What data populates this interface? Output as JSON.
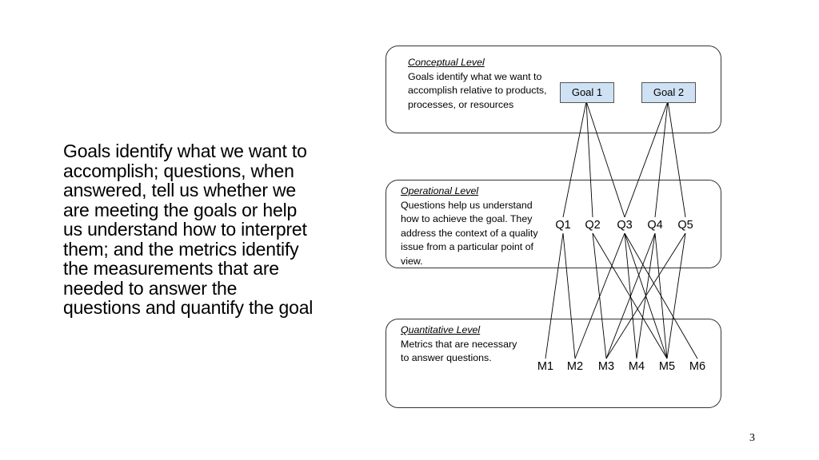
{
  "left_text": {
    "segments": [
      {
        "text": "Goals",
        "keyword": true
      },
      {
        "text": " identify what we want to accomplish; ",
        "keyword": false
      },
      {
        "text": "questions",
        "keyword": true
      },
      {
        "text": ", when answered, tell us whether we are meeting the goals or help us understand how to interpret them; and the ",
        "keyword": false
      },
      {
        "text": "metrics",
        "keyword": true
      },
      {
        "text": " identify the measurements that are needed to answer the questions and quantify the goal",
        "keyword": false
      }
    ]
  },
  "levels": {
    "conceptual": {
      "title": "Conceptual Level",
      "desc": "Goals identify what we want to accomplish relative to products, processes, or resources"
    },
    "operational": {
      "title": "Operational Level",
      "desc": "Questions help us understand how to achieve the goal. They address the context of a quality issue from a particular point of view."
    },
    "quantitative": {
      "title": "Quantitative Level",
      "desc": "Metrics that are necessary to answer questions."
    }
  },
  "goals": [
    "Goal 1",
    "Goal 2"
  ],
  "questions": [
    "Q1",
    "Q2",
    "Q3",
    "Q4",
    "Q5"
  ],
  "metrics": [
    "M1",
    "M2",
    "M3",
    "M4",
    "M5",
    "M6"
  ],
  "goal_question_links": [
    [
      "Goal 1",
      "Q1"
    ],
    [
      "Goal 1",
      "Q2"
    ],
    [
      "Goal 1",
      "Q3"
    ],
    [
      "Goal 2",
      "Q3"
    ],
    [
      "Goal 2",
      "Q4"
    ],
    [
      "Goal 2",
      "Q5"
    ]
  ],
  "question_metric_links": [
    [
      "Q1",
      "M1"
    ],
    [
      "Q1",
      "M2"
    ],
    [
      "Q2",
      "M3"
    ],
    [
      "Q2",
      "M5"
    ],
    [
      "Q3",
      "M2"
    ],
    [
      "Q3",
      "M4"
    ],
    [
      "Q3",
      "M5"
    ],
    [
      "Q3",
      "M6"
    ],
    [
      "Q4",
      "M3"
    ],
    [
      "Q4",
      "M4"
    ],
    [
      "Q4",
      "M5"
    ],
    [
      "Q5",
      "M3"
    ],
    [
      "Q5",
      "M5"
    ]
  ],
  "page_number": "3"
}
